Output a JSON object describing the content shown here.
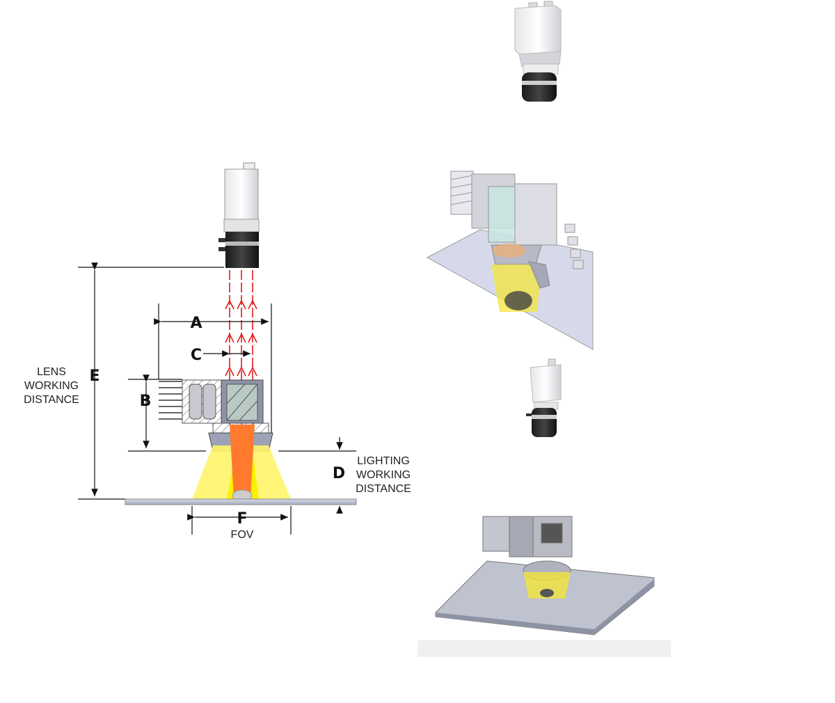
{
  "diagram": {
    "labels": {
      "a": "A",
      "b": "B",
      "c": "C",
      "d": "D",
      "e": "E",
      "f": "F",
      "fov": "FOV",
      "lens_line1": "LENS",
      "lens_line2": "WORKING",
      "lens_line3": "DISTANCE",
      "light_line1": "LIGHTING",
      "light_line2": "WORKING",
      "light_line3": "DISTANCE"
    },
    "colors": {
      "ray": "#e01b1b",
      "beam": "#ff7a2f",
      "light_cone": "#fff200",
      "housing": "#9aa0b8",
      "plate": "#b4b8cc",
      "lens_black": "#111111",
      "camera_white": "#f2f2f2"
    }
  }
}
